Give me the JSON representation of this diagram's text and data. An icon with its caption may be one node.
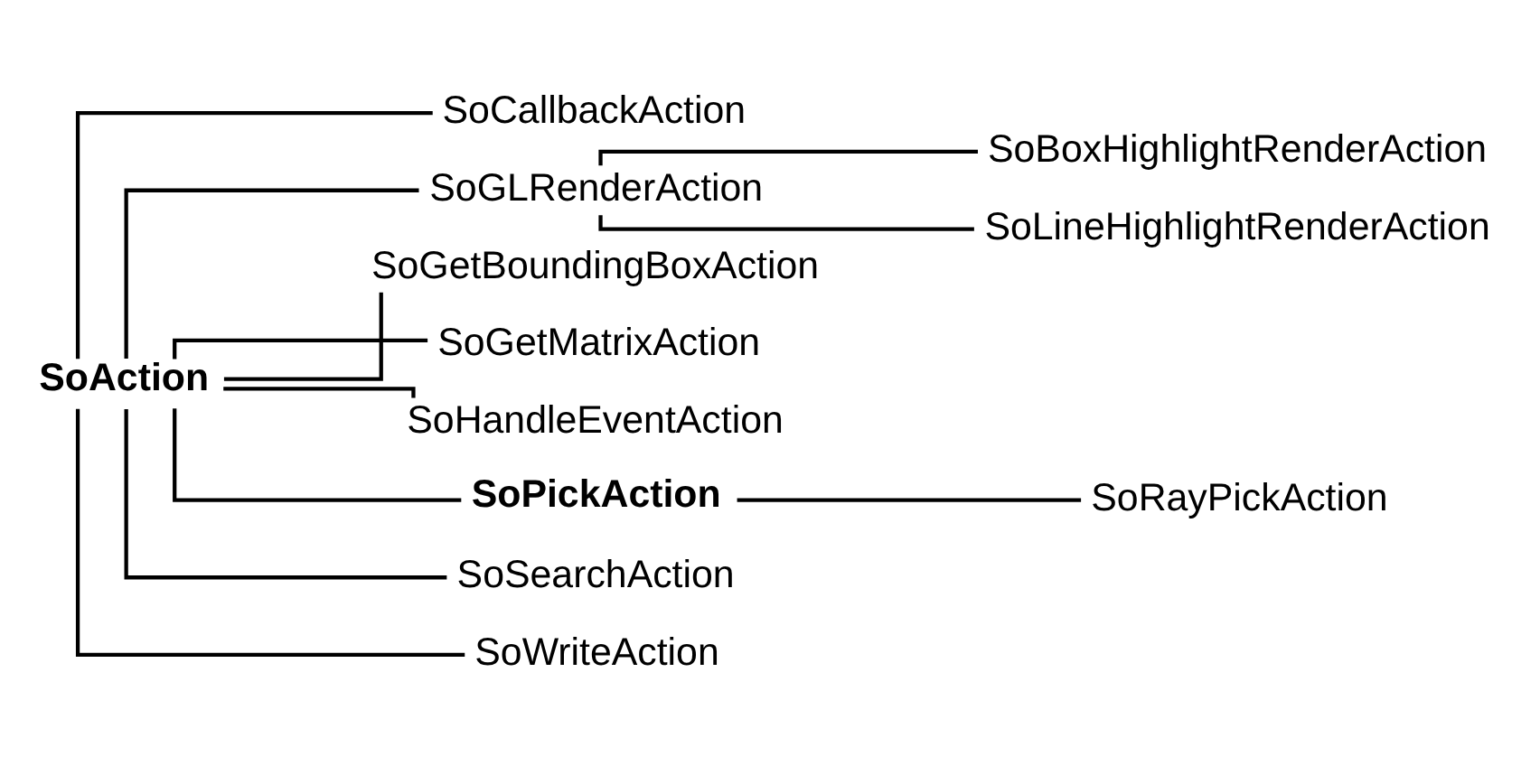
{
  "diagram": {
    "nodes": [
      {
        "text": [
          "SoAction"
        ]
      },
      {
        "text": [
          "SoCallbackAction"
        ]
      },
      {
        "text": [
          "SoGLRenderAction"
        ]
      },
      {
        "text": [
          "SoBoxHighlightRenderAction"
        ]
      },
      {
        "text": [
          "SoLineHighlightRenderAction"
        ]
      },
      {
        "text": [
          "SoGetBoundingBoxAction"
        ]
      },
      {
        "text": [
          "SoGetMatrixAction"
        ]
      },
      {
        "text": [
          "SoHandleEventAction"
        ]
      },
      {
        "text": [
          "SoPickAction"
        ]
      },
      {
        "text": [
          "SoRayPickAction"
        ]
      },
      {
        "text": [
          "SoSearchAction"
        ]
      },
      {
        "text": [
          "SoWriteAction"
        ]
      }
    ],
    "edges": [
      {
        "from": 0,
        "to": 1,
        "arrow": "none"
      },
      {
        "from": 0,
        "to": 2,
        "arrow": "none"
      },
      {
        "from": 2,
        "to": 3,
        "arrow": "none"
      },
      {
        "from": 2,
        "to": 4,
        "arrow": "none"
      },
      {
        "from": 0,
        "to": 5,
        "arrow": "none"
      },
      {
        "from": 0,
        "to": 6,
        "arrow": "none"
      },
      {
        "from": 0,
        "to": 7,
        "arrow": "none"
      },
      {
        "from": 0,
        "to": 8,
        "arrow": "none"
      },
      {
        "from": 8,
        "to": 9,
        "arrow": "none"
      },
      {
        "from": 0,
        "to": 10,
        "arrow": "none"
      },
      {
        "from": 0,
        "to": 11,
        "arrow": "none"
      }
    ]
  }
}
